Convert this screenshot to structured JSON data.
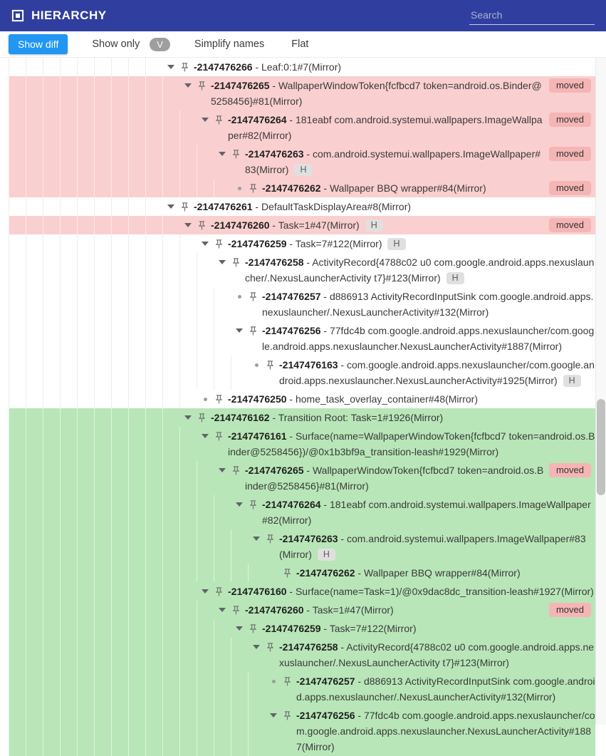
{
  "header": {
    "title": "HIERARCHY",
    "search_placeholder": "Search"
  },
  "toolbar": {
    "show_diff": "Show diff",
    "show_only": "Show only",
    "show_only_chip": "V",
    "simplify_names": "Simplify names",
    "flat": "Flat"
  },
  "chips": {
    "moved": "moved",
    "h": "H"
  },
  "colors": {
    "header_bg": "#303f9f",
    "accent_blue": "#2196f3",
    "removed_bg": "#facfcf",
    "added_bg": "#b8e6b8",
    "moved_chip_bg": "#f5b5b5",
    "h_chip_bg": "#e0e0e0"
  },
  "tree": {
    "nodes": [
      {
        "id": "-2147476266",
        "desc": " - Leaf:0:1#7(Mirror)",
        "depth": 9,
        "marker": "expanded",
        "bg": "none",
        "h": false,
        "moved": false
      },
      {
        "id": "-2147476265",
        "desc": " - WallpaperWindowToken{fcfbcd7 token=android.os.Binder@5258456}#81(Mirror)",
        "depth": 10,
        "marker": "expanded",
        "bg": "removed",
        "h": false,
        "moved": true
      },
      {
        "id": "-2147476264",
        "desc": " - 181eabf com.android.systemui.wallpapers.ImageWallpaper#82(Mirror)",
        "depth": 11,
        "marker": "expanded",
        "bg": "removed",
        "h": false,
        "moved": true
      },
      {
        "id": "-2147476263",
        "desc": " - com.android.systemui.wallpapers.ImageWallpaper#83(Mirror)",
        "depth": 12,
        "marker": "expanded",
        "bg": "removed",
        "h": true,
        "moved": true
      },
      {
        "id": "-2147476262",
        "desc": " - Wallpaper BBQ wrapper#84(Mirror)",
        "depth": 13,
        "marker": "leaf",
        "bg": "removed",
        "h": false,
        "moved": true
      },
      {
        "id": "-2147476261",
        "desc": " - DefaultTaskDisplayArea#8(Mirror)",
        "depth": 9,
        "marker": "expanded",
        "bg": "none",
        "h": false,
        "moved": false
      },
      {
        "id": "-2147476260",
        "desc": " - Task=1#47(Mirror)",
        "depth": 10,
        "marker": "expanded",
        "bg": "removed",
        "h": true,
        "moved": true
      },
      {
        "id": "-2147476259",
        "desc": " - Task=7#122(Mirror)",
        "depth": 11,
        "marker": "expanded",
        "bg": "none",
        "h": true,
        "moved": false
      },
      {
        "id": "-2147476258",
        "desc": " - ActivityRecord{4788c02 u0 com.google.android.apps.nexuslauncher/.NexusLauncherActivity t7}#123(Mirror)",
        "depth": 12,
        "marker": "expanded",
        "bg": "none",
        "h": true,
        "moved": false
      },
      {
        "id": "-2147476257",
        "desc": " - d886913 ActivityRecordInputSink com.google.android.apps.nexuslauncher/.NexusLauncherActivity#132(Mirror)",
        "depth": 13,
        "marker": "leaf",
        "bg": "none",
        "h": false,
        "moved": false
      },
      {
        "id": "-2147476256",
        "desc": " - 77fdc4b com.google.android.apps.nexuslauncher/com.google.android.apps.nexuslauncher.NexusLauncherActivity#1887(Mirror)",
        "depth": 13,
        "marker": "expanded",
        "bg": "none",
        "h": false,
        "moved": false
      },
      {
        "id": "-2147476163",
        "desc": " - com.google.android.apps.nexuslauncher/com.google.android.apps.nexuslauncher.NexusLauncherActivity#1925(Mirror)",
        "depth": 14,
        "marker": "leaf",
        "bg": "none",
        "h": true,
        "moved": false
      },
      {
        "id": "-2147476250",
        "desc": " - home_task_overlay_container#48(Mirror)",
        "depth": 11,
        "marker": "leaf",
        "bg": "none",
        "h": false,
        "moved": false
      },
      {
        "id": "-2147476162",
        "desc": " - Transition Root: Task=1#1926(Mirror)",
        "depth": 10,
        "marker": "expanded",
        "bg": "added",
        "h": false,
        "moved": false
      },
      {
        "id": "-2147476161",
        "desc": " - Surface(name=WallpaperWindowToken{fcfbcd7 token=android.os.Binder@5258456})/@0x1b3bf9a_transition-leash#1929(Mirror)",
        "depth": 11,
        "marker": "expanded",
        "bg": "added",
        "h": false,
        "moved": false
      },
      {
        "id": "-2147476265",
        "desc": " - WallpaperWindowToken{fcfbcd7 token=android.os.Binder@5258456}#81(Mirror)",
        "depth": 12,
        "marker": "expanded",
        "bg": "added",
        "h": false,
        "moved": true
      },
      {
        "id": "-2147476264",
        "desc": " - 181eabf com.android.systemui.wallpapers.ImageWallpaper#82(Mirror)",
        "depth": 13,
        "marker": "expanded",
        "bg": "added",
        "h": false,
        "moved": false
      },
      {
        "id": "-2147476263",
        "desc": " - com.android.systemui.wallpapers.ImageWallpaper#83(Mirror)",
        "depth": 14,
        "marker": "expanded",
        "bg": "added",
        "h": true,
        "moved": false
      },
      {
        "id": "-2147476262",
        "desc": " - Wallpaper BBQ wrapper#84(Mirror)",
        "depth": 15,
        "marker": "none",
        "bg": "added",
        "h": false,
        "moved": false
      },
      {
        "id": "-2147476160",
        "desc": " - Surface(name=Task=1)/@0x9dac8dc_transition-leash#1927(Mirror)",
        "depth": 11,
        "marker": "expanded",
        "bg": "added",
        "h": false,
        "moved": false
      },
      {
        "id": "-2147476260",
        "desc": " - Task=1#47(Mirror)",
        "depth": 12,
        "marker": "expanded",
        "bg": "added",
        "h": false,
        "moved": true
      },
      {
        "id": "-2147476259",
        "desc": " - Task=7#122(Mirror)",
        "depth": 13,
        "marker": "expanded",
        "bg": "added",
        "h": false,
        "moved": false
      },
      {
        "id": "-2147476258",
        "desc": " - ActivityRecord{4788c02 u0 com.google.android.apps.nexuslauncher/.NexusLauncherActivity t7}#123(Mirror)",
        "depth": 14,
        "marker": "expanded",
        "bg": "added",
        "h": false,
        "moved": false
      },
      {
        "id": "-2147476257",
        "desc": " - d886913 ActivityRecordInputSink com.google.android.apps.nexuslauncher/.NexusLauncherActivity#132(Mirror)",
        "depth": 15,
        "marker": "leaf",
        "bg": "added",
        "h": false,
        "moved": false
      },
      {
        "id": "-2147476256",
        "desc": " - 77fdc4b com.google.android.apps.nexuslauncher/com.google.android.apps.nexuslauncher.NexusLauncherActivity#1887(Mirror)",
        "depth": 15,
        "marker": "expanded",
        "bg": "added",
        "h": false,
        "moved": false
      }
    ]
  }
}
